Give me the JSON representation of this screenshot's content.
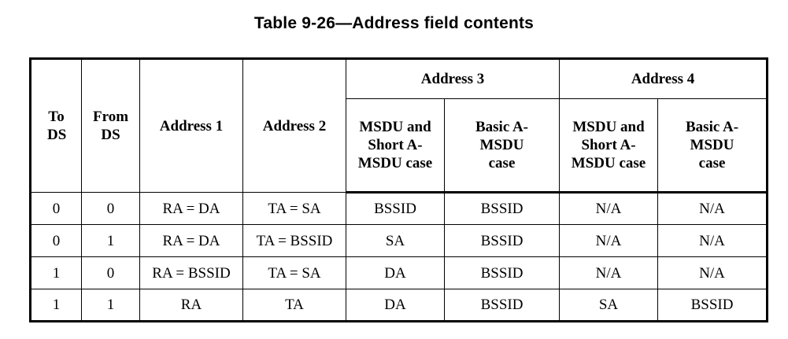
{
  "caption": "Table 9-26—Address field contents",
  "headers": {
    "to_ds": "To DS",
    "from_ds": "From DS",
    "address1": "Address 1",
    "address2": "Address 2",
    "address3": "Address 3",
    "address4": "Address 4",
    "address3_sub": [
      "MSDU and Short A-MSDU case",
      "Basic A-MSDU case"
    ],
    "address4_sub": [
      "MSDU and Short A-MSDU case",
      "Basic A-MSDU case"
    ]
  },
  "rows": [
    [
      "0",
      "0",
      "RA = DA",
      "TA = SA",
      "BSSID",
      "BSSID",
      "N/A",
      "N/A"
    ],
    [
      "0",
      "1",
      "RA = DA",
      "TA = BSSID",
      "SA",
      "BSSID",
      "N/A",
      "N/A"
    ],
    [
      "1",
      "0",
      "RA = BSSID",
      "TA = SA",
      "DA",
      "BSSID",
      "N/A",
      "N/A"
    ],
    [
      "1",
      "1",
      "RA",
      "TA",
      "DA",
      "BSSID",
      "SA",
      "BSSID"
    ]
  ]
}
